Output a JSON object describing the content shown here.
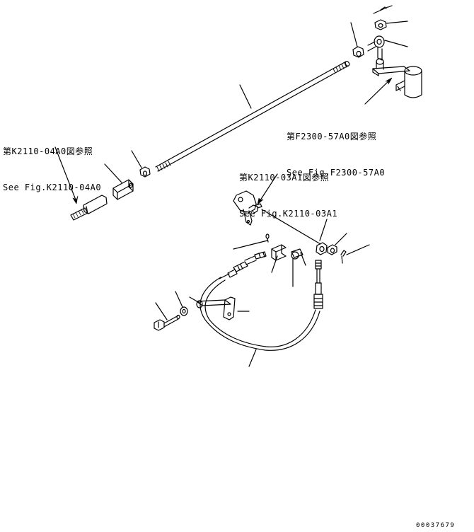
{
  "references": {
    "k2110_04a0": {
      "ja": "第K2110-04A0図参照",
      "en": "See Fig.K2110-04A0"
    },
    "f2300_57a0": {
      "ja": "第F2300-57A0図参照",
      "en": "See Fig.F2300-57A0"
    },
    "k2110_03a1": {
      "ja": "第K2110-03A1図参照",
      "en": "See Fig.K2110-03A1"
    }
  },
  "drawing_id": "00037679",
  "colors": {
    "line": "#000000",
    "background": "#ffffff"
  }
}
